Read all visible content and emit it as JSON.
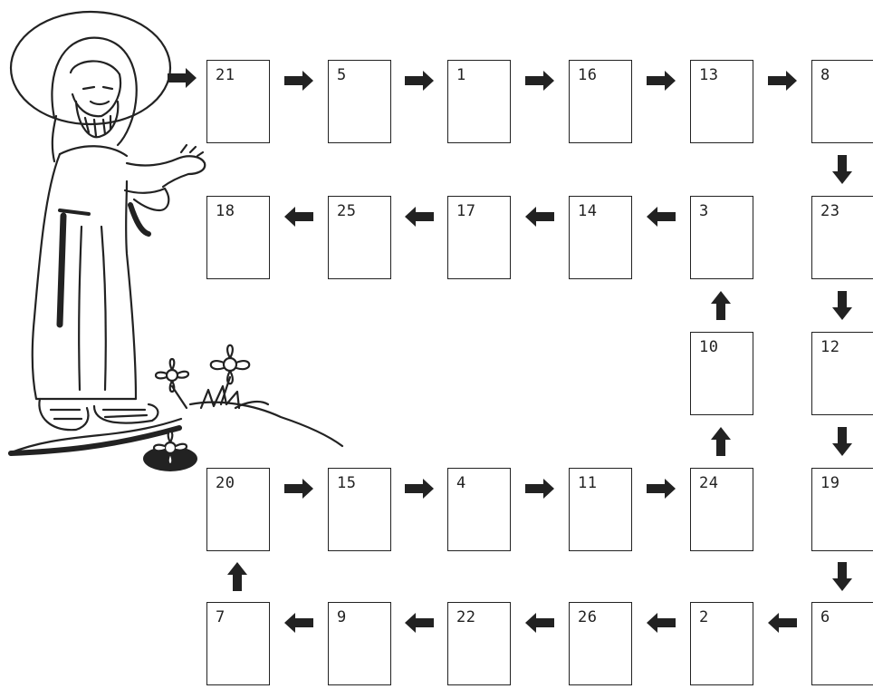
{
  "puzzle": {
    "path": [
      {
        "n": "21",
        "r": 0,
        "c": 0
      },
      {
        "n": "5",
        "r": 0,
        "c": 1
      },
      {
        "n": "1",
        "r": 0,
        "c": 2
      },
      {
        "n": "16",
        "r": 0,
        "c": 3
      },
      {
        "n": "13",
        "r": 0,
        "c": 4
      },
      {
        "n": "8",
        "r": 0,
        "c": 5
      },
      {
        "n": "23",
        "r": 1,
        "c": 5
      },
      {
        "n": "12",
        "r": 2,
        "c": 5
      },
      {
        "n": "19",
        "r": 3,
        "c": 5
      },
      {
        "n": "6",
        "r": 4,
        "c": 5
      },
      {
        "n": "2",
        "r": 4,
        "c": 4
      },
      {
        "n": "26",
        "r": 4,
        "c": 3
      },
      {
        "n": "22",
        "r": 4,
        "c": 2
      },
      {
        "n": "9",
        "r": 4,
        "c": 1
      },
      {
        "n": "7",
        "r": 4,
        "c": 0
      },
      {
        "n": "20",
        "r": 3,
        "c": 0
      },
      {
        "n": "15",
        "r": 3,
        "c": 1
      },
      {
        "n": "4",
        "r": 3,
        "c": 2
      },
      {
        "n": "11",
        "r": 3,
        "c": 3
      },
      {
        "n": "24",
        "r": 3,
        "c": 4
      },
      {
        "n": "10",
        "r": 2,
        "c": 4
      },
      {
        "n": "3",
        "r": 1,
        "c": 4
      },
      {
        "n": "14",
        "r": 1,
        "c": 3
      },
      {
        "n": "17",
        "r": 1,
        "c": 2
      },
      {
        "n": "25",
        "r": 1,
        "c": 1
      },
      {
        "n": "18",
        "r": 1,
        "c": 0
      }
    ],
    "icons": {
      "figure": "robed-figure-illustration",
      "flower": "flower-icon",
      "arrow": "path-arrow-icon"
    },
    "colors": {
      "ink": "#222222",
      "paper": "#ffffff"
    }
  }
}
